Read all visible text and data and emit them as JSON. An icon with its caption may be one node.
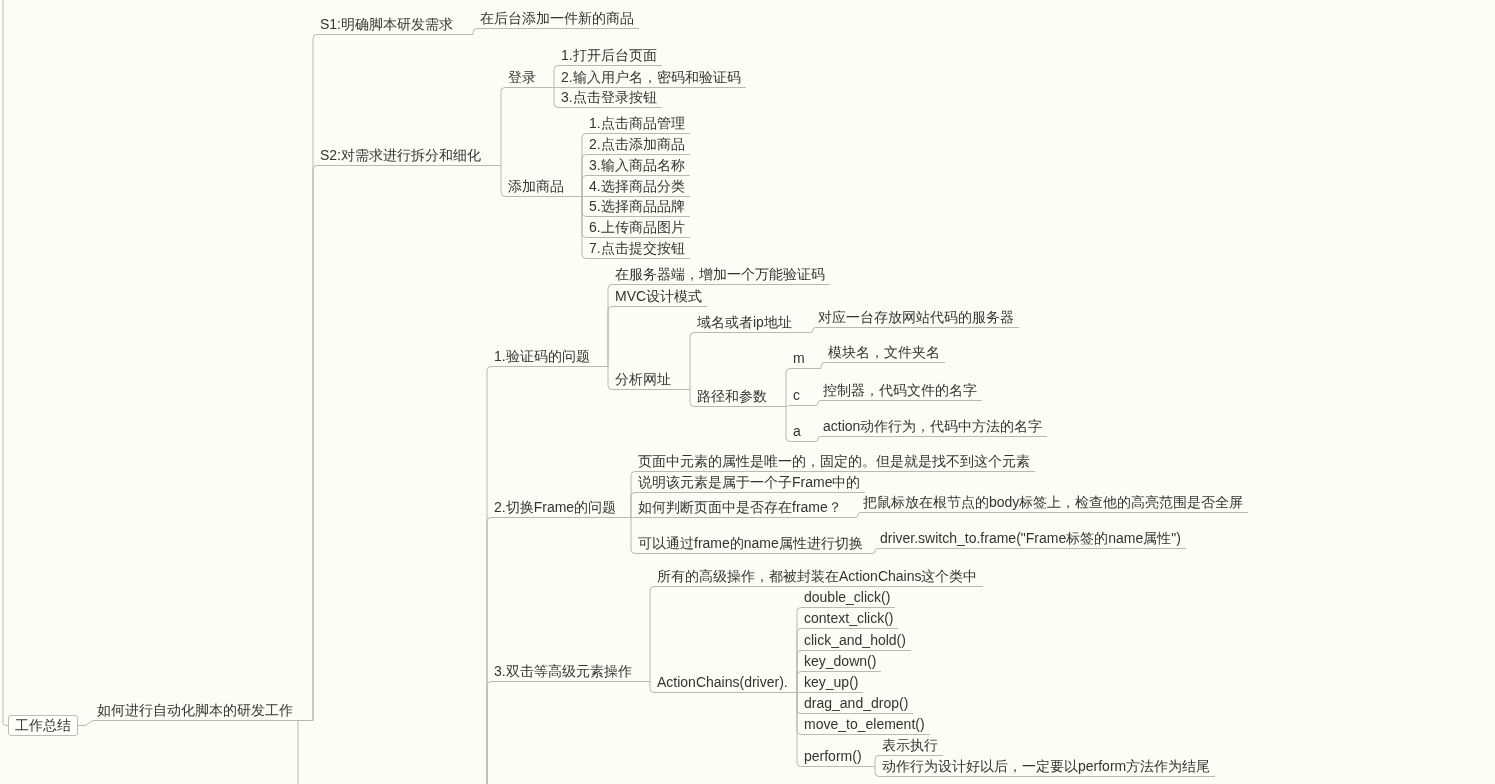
{
  "diagram": {
    "nodes": [
      {
        "text": [
          "工作总结"
        ]
      },
      {
        "text": [
          "如何进行自动化脚本的研发工作"
        ]
      },
      {
        "text": [
          "S1:明确脚本研发需求"
        ]
      },
      {
        "text": [
          "在后台添加一件新的商品"
        ]
      },
      {
        "text": [
          "S2:对需求进行拆分和细化"
        ]
      },
      {
        "text": [
          "登录"
        ]
      },
      {
        "text": [
          "1.打开后台页面"
        ]
      },
      {
        "text": [
          "2.输入用户名，密码和验证码"
        ]
      },
      {
        "text": [
          "3.点击登录按钮"
        ]
      },
      {
        "text": [
          "添加商品"
        ]
      },
      {
        "text": [
          "1.点击商品管理"
        ]
      },
      {
        "text": [
          "2.点击添加商品"
        ]
      },
      {
        "text": [
          "3.输入商品名称"
        ]
      },
      {
        "text": [
          "4.选择商品分类"
        ]
      },
      {
        "text": [
          "5.选择商品品牌"
        ]
      },
      {
        "text": [
          "6.上传商品图片"
        ]
      },
      {
        "text": [
          "7.点击提交按钮"
        ]
      },
      {
        "text": [
          "1.验证码的问题"
        ]
      },
      {
        "text": [
          "在服务器端，增加一个万能验证码"
        ]
      },
      {
        "text": [
          "MVC设计模式"
        ]
      },
      {
        "text": [
          "分析网址"
        ]
      },
      {
        "text": [
          "域名或者ip地址"
        ]
      },
      {
        "text": [
          "对应一台存放网站代码的服务器"
        ]
      },
      {
        "text": [
          "路径和参数"
        ]
      },
      {
        "text": [
          "m"
        ]
      },
      {
        "text": [
          "模块名，文件夹名"
        ]
      },
      {
        "text": [
          "c"
        ]
      },
      {
        "text": [
          "控制器，代码文件的名字"
        ]
      },
      {
        "text": [
          "a"
        ]
      },
      {
        "text": [
          "action动作行为，代码中方法的名字"
        ]
      },
      {
        "text": [
          "2.切换Frame的问题"
        ]
      },
      {
        "text": [
          "页面中元素的属性是唯一的，固定的。但是就是找不到这个元素"
        ]
      },
      {
        "text": [
          "说明该元素是属于一个子Frame中的"
        ]
      },
      {
        "text": [
          "如何判断页面中是否存在frame？"
        ]
      },
      {
        "text": [
          "把鼠标放在根节点的body标签上，检查他的高亮范围是否全屏"
        ]
      },
      {
        "text": [
          "可以通过frame的name属性进行切换"
        ]
      },
      {
        "text": [
          "driver.switch_to.frame(\"Frame标签的name属性\")"
        ]
      },
      {
        "text": [
          "3.双击等高级元素操作"
        ]
      },
      {
        "text": [
          "所有的高级操作，都被封装在ActionChains这个类中"
        ]
      },
      {
        "text": [
          "ActionChains(driver)."
        ]
      },
      {
        "text": [
          "double_click()"
        ]
      },
      {
        "text": [
          "context_click()"
        ]
      },
      {
        "text": [
          "click_and_hold()"
        ]
      },
      {
        "text": [
          "key_down()"
        ]
      },
      {
        "text": [
          "key_up()"
        ]
      },
      {
        "text": [
          "drag_and_drop()"
        ]
      },
      {
        "text": [
          "move_to_element()"
        ]
      },
      {
        "text": [
          "perform()"
        ]
      },
      {
        "text": [
          "表示执行"
        ]
      },
      {
        "text": [
          "动作行为设计好以后，一定要以perform方法作为结尾"
        ]
      }
    ],
    "edges": [
      {
        "from": 0,
        "to": 1,
        "arrow": "none"
      },
      {
        "from": 0,
        "to": null,
        "arrow": "none"
      },
      {
        "from": 1,
        "to": 2,
        "arrow": "none"
      },
      {
        "from": 1,
        "to": 4,
        "arrow": "none"
      },
      {
        "from": 1,
        "to": null,
        "arrow": "none"
      },
      {
        "from": 2,
        "to": 3,
        "arrow": "none"
      },
      {
        "from": 4,
        "to": 5,
        "arrow": "none"
      },
      {
        "from": 4,
        "to": 9,
        "arrow": "none"
      },
      {
        "from": 5,
        "to": 6,
        "arrow": "none"
      },
      {
        "from": 5,
        "to": 7,
        "arrow": "none"
      },
      {
        "from": 5,
        "to": 8,
        "arrow": "none"
      },
      {
        "from": 9,
        "to": 10,
        "arrow": "none"
      },
      {
        "from": 9,
        "to": 11,
        "arrow": "none"
      },
      {
        "from": 9,
        "to": 12,
        "arrow": "none"
      },
      {
        "from": 9,
        "to": 13,
        "arrow": "none"
      },
      {
        "from": 9,
        "to": 14,
        "arrow": "none"
      },
      {
        "from": 9,
        "to": 15,
        "arrow": "none"
      },
      {
        "from": 9,
        "to": 16,
        "arrow": "none"
      },
      {
        "from": null,
        "to": 17,
        "arrow": "none"
      },
      {
        "from": null,
        "to": 30,
        "arrow": "none"
      },
      {
        "from": null,
        "to": 37,
        "arrow": "none"
      },
      {
        "from": 17,
        "to": 18,
        "arrow": "none"
      },
      {
        "from": 17,
        "to": 19,
        "arrow": "none"
      },
      {
        "from": 17,
        "to": 20,
        "arrow": "none"
      },
      {
        "from": 20,
        "to": 21,
        "arrow": "none"
      },
      {
        "from": 20,
        "to": 23,
        "arrow": "none"
      },
      {
        "from": 21,
        "to": 22,
        "arrow": "none"
      },
      {
        "from": 23,
        "to": 24,
        "arrow": "none"
      },
      {
        "from": 23,
        "to": 26,
        "arrow": "none"
      },
      {
        "from": 23,
        "to": 28,
        "arrow": "none"
      },
      {
        "from": 24,
        "to": 25,
        "arrow": "none"
      },
      {
        "from": 26,
        "to": 27,
        "arrow": "none"
      },
      {
        "from": 28,
        "to": 29,
        "arrow": "none"
      },
      {
        "from": 30,
        "to": 31,
        "arrow": "none"
      },
      {
        "from": 30,
        "to": 32,
        "arrow": "none"
      },
      {
        "from": 30,
        "to": 33,
        "arrow": "none"
      },
      {
        "from": 30,
        "to": 35,
        "arrow": "none"
      },
      {
        "from": 33,
        "to": 34,
        "arrow": "none"
      },
      {
        "from": 35,
        "to": 36,
        "arrow": "none"
      },
      {
        "from": 37,
        "to": 38,
        "arrow": "none"
      },
      {
        "from": 37,
        "to": 39,
        "arrow": "none"
      },
      {
        "from": 39,
        "to": 40,
        "arrow": "none"
      },
      {
        "from": 39,
        "to": 41,
        "arrow": "none"
      },
      {
        "from": 39,
        "to": 42,
        "arrow": "none"
      },
      {
        "from": 39,
        "to": 43,
        "arrow": "none"
      },
      {
        "from": 39,
        "to": 44,
        "arrow": "none"
      },
      {
        "from": 39,
        "to": 45,
        "arrow": "none"
      },
      {
        "from": 39,
        "to": 46,
        "arrow": "none"
      },
      {
        "from": 39,
        "to": 47,
        "arrow": "none"
      },
      {
        "from": 47,
        "to": 48,
        "arrow": "none"
      },
      {
        "from": 47,
        "to": 49,
        "arrow": "none"
      }
    ]
  }
}
